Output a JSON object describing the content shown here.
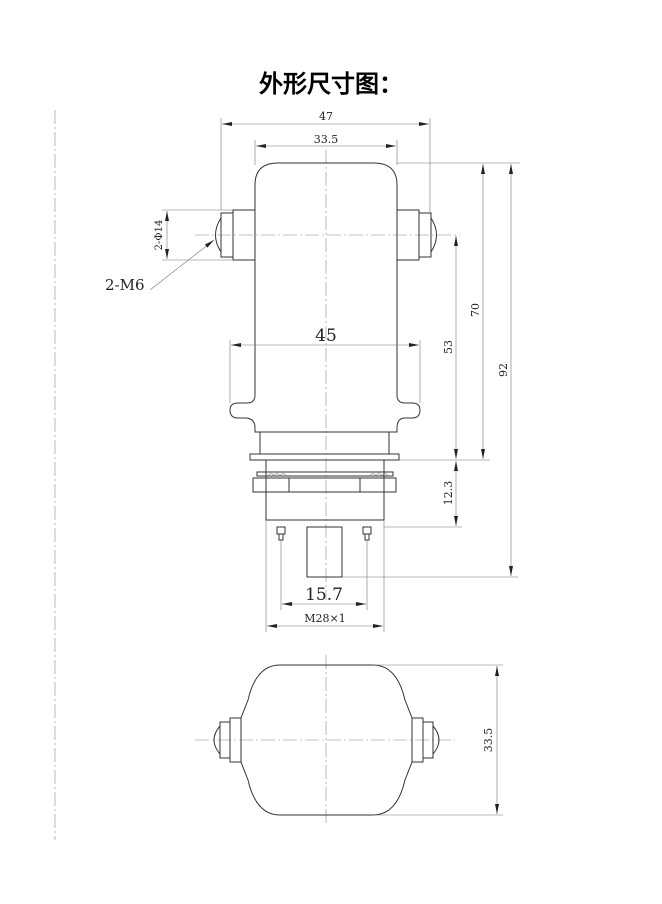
{
  "title": "外形尺寸图：",
  "dimensions": {
    "overall_width": "47",
    "body_width": "33.5",
    "ear_width": "45",
    "terminal_diameter": "2-Φ14",
    "terminal_thread": "2-M6",
    "height_53": "53",
    "height_70": "70",
    "height_92": "92",
    "base_height": "12.3",
    "pin_spacing": "15.7",
    "mount_thread": "M28×1",
    "bottom_view_depth": "33.5"
  }
}
